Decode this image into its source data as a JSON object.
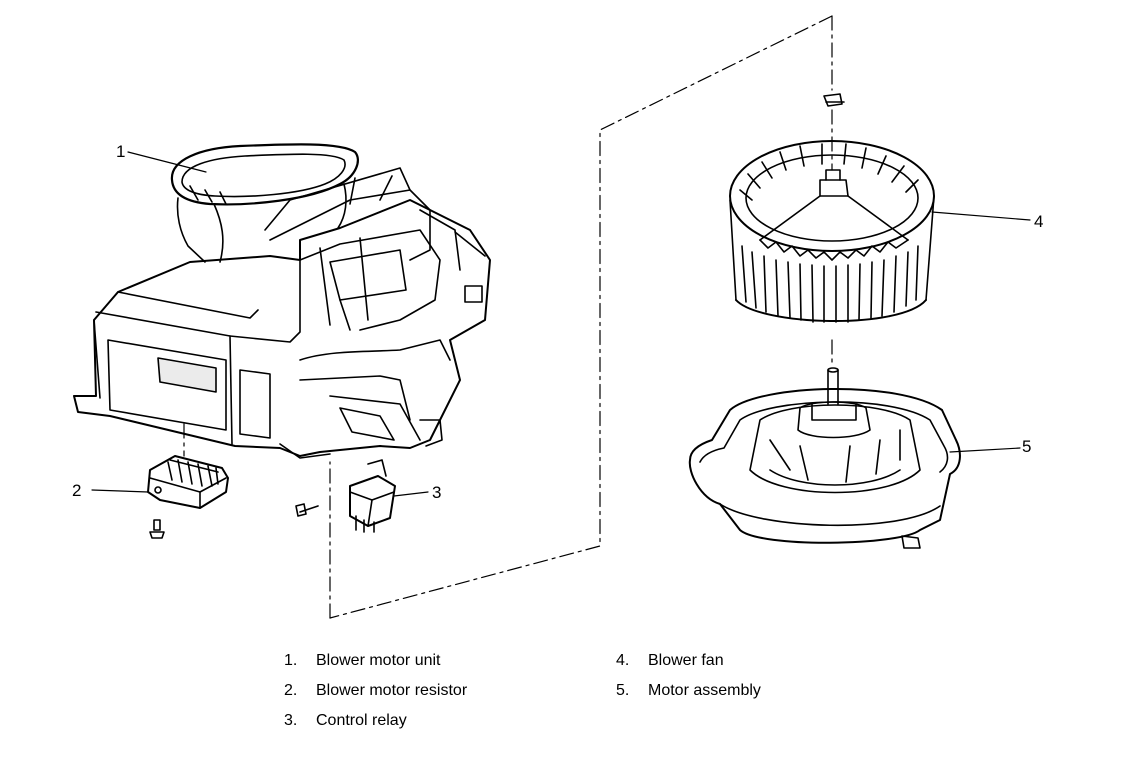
{
  "callouts": {
    "c1": "1",
    "c2": "2",
    "c3": "3",
    "c4": "4",
    "c5": "5"
  },
  "legend": [
    {
      "num": "1.",
      "text": "Blower motor unit"
    },
    {
      "num": "2.",
      "text": "Blower motor resistor"
    },
    {
      "num": "3.",
      "text": "Control relay"
    },
    {
      "num": "4.",
      "text": "Blower fan"
    },
    {
      "num": "5.",
      "text": "Motor assembly"
    }
  ]
}
